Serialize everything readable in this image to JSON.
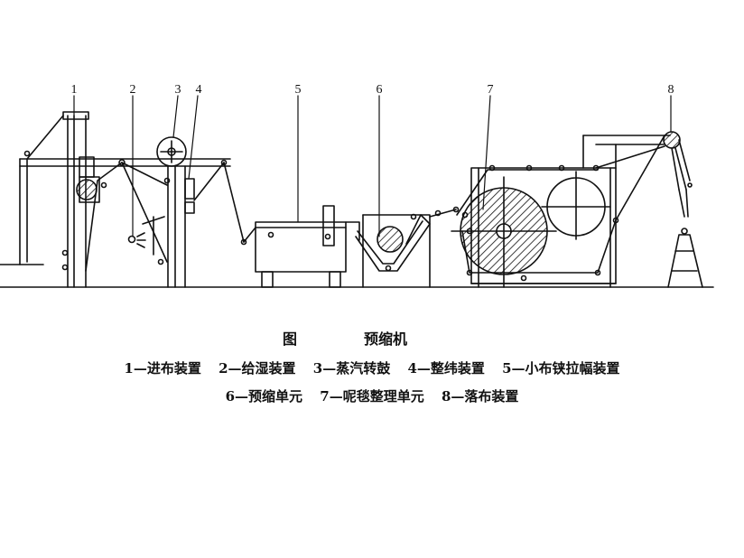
{
  "diagram": {
    "part_numbers": [
      "1",
      "2",
      "3",
      "4",
      "5",
      "6",
      "7",
      "8"
    ]
  },
  "caption": {
    "figure_label": "图",
    "title": "预缩机"
  },
  "legend": {
    "row1": [
      "1—进布装置",
      "2—给湿装置",
      "3—蒸汽转鼓",
      "4—整纬装置",
      "5—小布铗拉幅装置"
    ],
    "row2": [
      "6—预缩单元",
      "7—呢毯整理单元",
      "8—落布装置"
    ]
  },
  "colors": {
    "line": "#111111",
    "background": "#ffffff"
  }
}
